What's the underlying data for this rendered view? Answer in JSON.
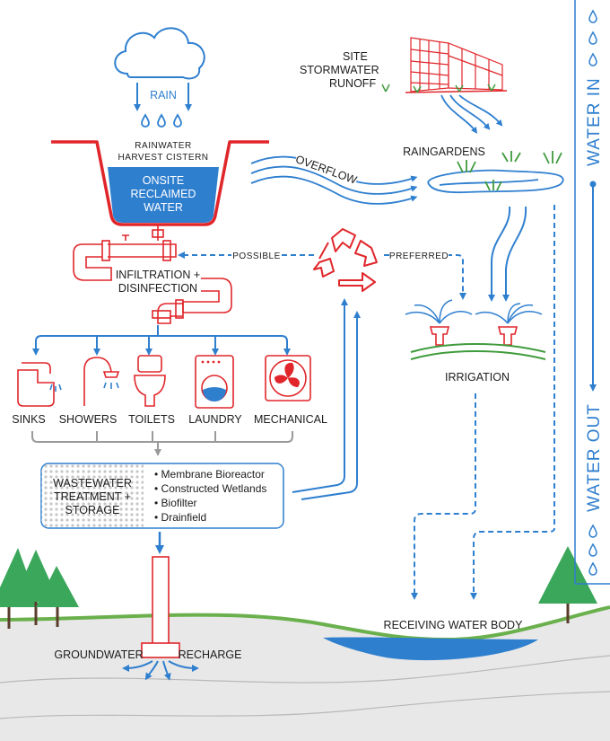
{
  "colors": {
    "blue": "#2f7fcf",
    "red": "#e0262b",
    "green": "#3f9b3c",
    "tree": "#3aa75b",
    "ground": "#e8e8e8",
    "water": "#2f7fcf"
  },
  "labels": {
    "rain": "RAIN",
    "cistern_line1": "RAINWATER",
    "cistern_line2": "HARVEST CISTERN",
    "reclaimed_line1": "ONSITE",
    "reclaimed_line2": "RECLAIMED",
    "reclaimed_line3": "WATER",
    "overflow": "OVERFLOW",
    "site_line1": "SITE",
    "site_line2": "STORMWATER",
    "site_line3": "RUNOFF",
    "raingardens": "RAINGARDENS",
    "possible": "POSSIBLE",
    "preferred": "PREFERRED",
    "infiltration_line1": "INFILTRATION +",
    "infiltration_line2": "DISINFECTION",
    "irrigation": "IRRIGATION",
    "water_in": "WATER IN",
    "water_out": "WATER OUT",
    "receiving": "RECEIVING WATER BODY",
    "groundwater": "GROUNDWATER",
    "recharge": "RECHARGE"
  },
  "fixtures": [
    {
      "label": "SINKS",
      "icon": "sink-icon"
    },
    {
      "label": "SHOWERS",
      "icon": "shower-icon"
    },
    {
      "label": "TOILETS",
      "icon": "toilet-icon"
    },
    {
      "label": "LAUNDRY",
      "icon": "washing-machine-icon"
    },
    {
      "label": "MECHANICAL",
      "icon": "fan-icon"
    }
  ],
  "treatment": {
    "title_line1": "WASTEWATER",
    "title_line2": "TREATMENT +",
    "title_line3": "STORAGE",
    "items": [
      "• Membrane Bioreactor",
      "• Constructed Wetlands",
      "• Biofilter",
      "• Drainfield"
    ]
  },
  "icons": [
    "cloud-icon",
    "raindrop-icon",
    "building-icon",
    "recycle-icon",
    "sprinkler-icon",
    "tree-icon"
  ]
}
